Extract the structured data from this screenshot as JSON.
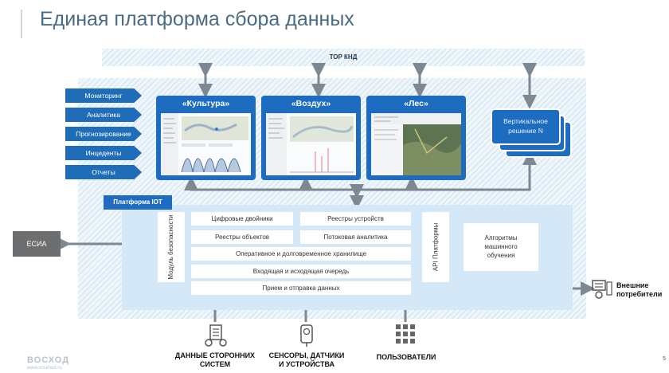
{
  "title": "Единая платформа сбора данных",
  "tor_label": "ТОР КНД",
  "left_menu": [
    "Мониторинг",
    "Аналитика",
    "Прогнозирование",
    "Инциденты",
    "Отчеты"
  ],
  "systems": [
    {
      "title": "«Культура»"
    },
    {
      "title": "«Воздух»"
    },
    {
      "title": "«Лес»"
    }
  ],
  "vertical_solution": {
    "line1": "Вертикальное",
    "line2": "решение N"
  },
  "iot_label": "Платформа IOT",
  "esia_label": "ЕСИА",
  "security_module": "Модуль безопасности",
  "iot_rows": {
    "digital_twins": "Цифровые двойники",
    "device_registry": "Реестры устройств",
    "object_registry": "Реестры объектов",
    "stream_analytics": "Потоковая аналитика",
    "storage": "Оперативное и долговременное хранилище",
    "queue": "Входящая и исходящая очередь",
    "receive_send": "Прием и отправка данных"
  },
  "api_platforms": "API Платформы",
  "ml_algorithms": {
    "line1": "Алгоритмы",
    "line2": "машинного",
    "line3": "обучения"
  },
  "external_consumers": {
    "line1": "Внешние",
    "line2": "потребители"
  },
  "bottom_sources": [
    {
      "line1": "ДАННЫЕ СТОРОННИХ",
      "line2": "СИСТЕМ"
    },
    {
      "line1": "СЕНСОРЫ, ДАТЧИКИ",
      "line2": "И УСТРОЙСТВА"
    },
    {
      "line1": "ПОЛЬЗОВАТЕЛИ",
      "line2": ""
    }
  ],
  "footer": {
    "logo": "ВОСХОД",
    "site": "www.voskhod.ru",
    "page": "5"
  },
  "colors": {
    "accent": "#1d6cc0",
    "title": "#4a6b82",
    "iot_bg": "#d5e8f7",
    "arrow": "#7d8892"
  }
}
